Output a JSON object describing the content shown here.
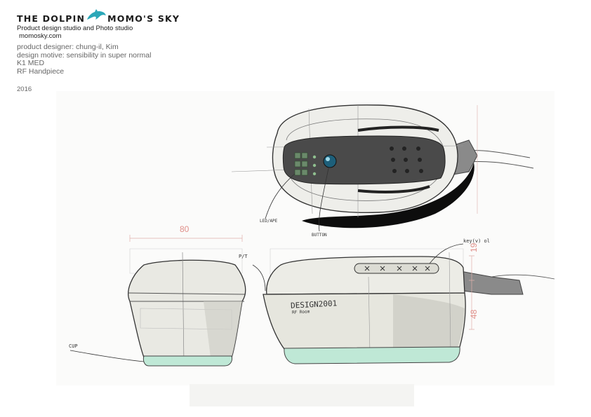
{
  "header": {
    "logo_left": "THE DOLPIN",
    "logo_right": "MOMO'S SKY",
    "tagline": "Product design studio and Photo studio",
    "website": "momosky.com"
  },
  "info": {
    "designer": "product designer: chung-il, Kim",
    "motive": "design motive: sensibility in super normal",
    "model": "K1 MED",
    "product": "RF Handpiece",
    "year": "2016"
  },
  "dimensions": {
    "width": "80",
    "top_height": "19",
    "body_height": "48"
  },
  "sketch_notes": {
    "front_text": "DESIGN2001",
    "front_subtext": "RF Room",
    "label_top": "key(v) ol",
    "label_bottom_left": "CUP",
    "label_pt": "P/T",
    "label_indicator": "LED/APE",
    "label_button": "BUTTON"
  },
  "colors": {
    "logo_accent": "#2aa7b8",
    "dimension": "#e0908a",
    "base_tint": "#bfe8d6",
    "panel": "#4a4a4a"
  }
}
